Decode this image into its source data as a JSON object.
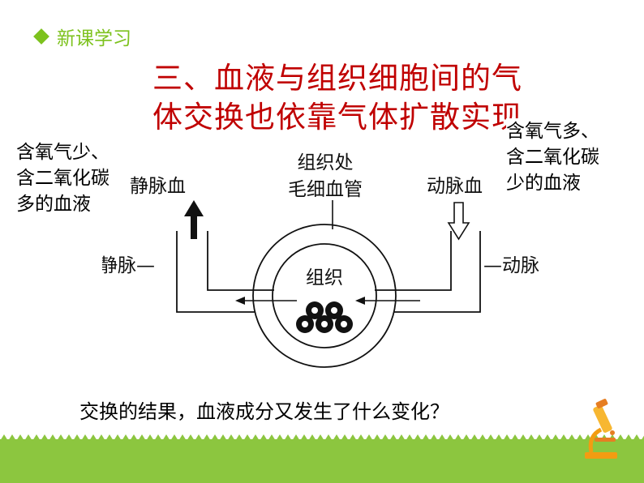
{
  "section": {
    "label": "新课学习"
  },
  "title": {
    "line1": "三、血液与组织细胞间的气",
    "line2": "体交换也依靠气体扩散实现"
  },
  "notes": {
    "left": [
      "含氧气少、",
      "含二氧化碳",
      "多的血液"
    ],
    "right": [
      "含氧气多、",
      "含二氧化碳",
      "少的血液"
    ]
  },
  "diagram": {
    "capillary_label": [
      "组织处",
      "毛细血管"
    ],
    "venous_blood": "静脉血",
    "arterial_blood": "动脉血",
    "vein": "静脉—",
    "artery": "—动脉",
    "tissue": "组织"
  },
  "question": "交换的结果，血液成分又发生了什么变化？",
  "colors": {
    "accent_green": "#7dc21e",
    "title_red": "#c00000"
  },
  "icons": [
    "diamond-bullet-icon",
    "microscope-icon"
  ]
}
